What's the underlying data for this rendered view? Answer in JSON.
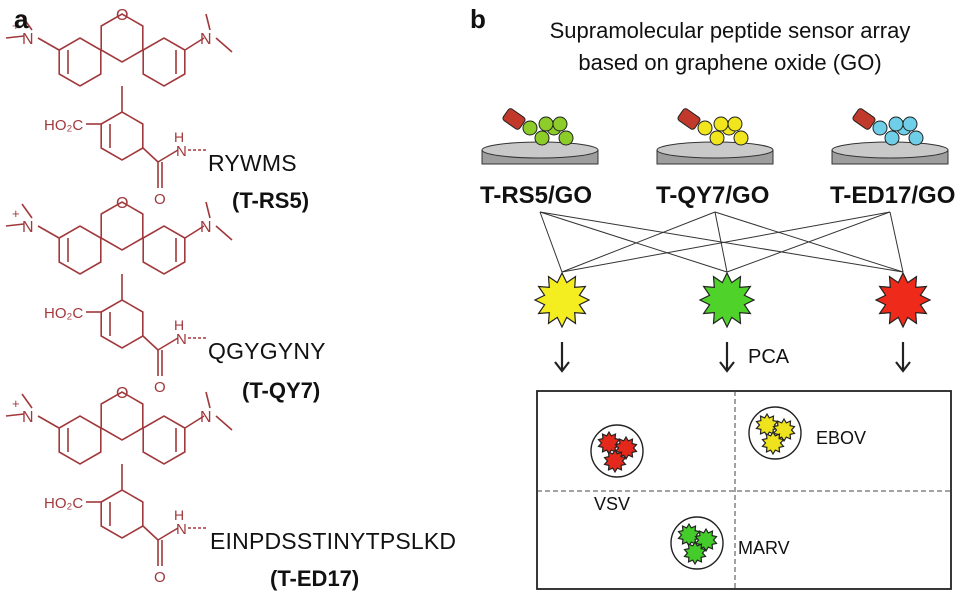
{
  "panel_a": {
    "letter": "a",
    "molecules": [
      {
        "sequence": "RYWMS",
        "code": "T-RS5"
      },
      {
        "sequence": "QGYGYNY",
        "code": "T-QY7"
      },
      {
        "sequence": "EINPDSSTINYTPSLKD",
        "code": "T-ED17"
      }
    ],
    "chem_labels": {
      "ho2c": "HO₂C",
      "nme2_left": "N",
      "plus": "+",
      "oxygen": "O",
      "nme2_right": "N",
      "amide_h": "H",
      "amide_n": "N",
      "carbonyl_o": "O"
    }
  },
  "panel_b": {
    "letter": "b",
    "title_line1": "Supramolecular peptide sensor array",
    "title_line2": "based on graphene oxide (GO)",
    "sensors": [
      {
        "label": "T-RS5/GO",
        "bead_color": "#8ccd2a"
      },
      {
        "label": "T-QY7/GO",
        "bead_color": "#f1e51d"
      },
      {
        "label": "T-ED17/GO",
        "bead_color": "#6fcfe8"
      }
    ],
    "signal_colors": [
      "#f4ee20",
      "#4fd32a",
      "#ee2a1a"
    ],
    "pca_label": "PCA",
    "clusters": [
      {
        "label": "VSV",
        "color": "#e5281c"
      },
      {
        "label": "EBOV",
        "color": "#efe31e"
      },
      {
        "label": "MARV",
        "color": "#43cc2a"
      }
    ],
    "colors": {
      "structure": "#a0393c",
      "dye": "#c0392b",
      "platform": "#b5b5b5"
    }
  }
}
